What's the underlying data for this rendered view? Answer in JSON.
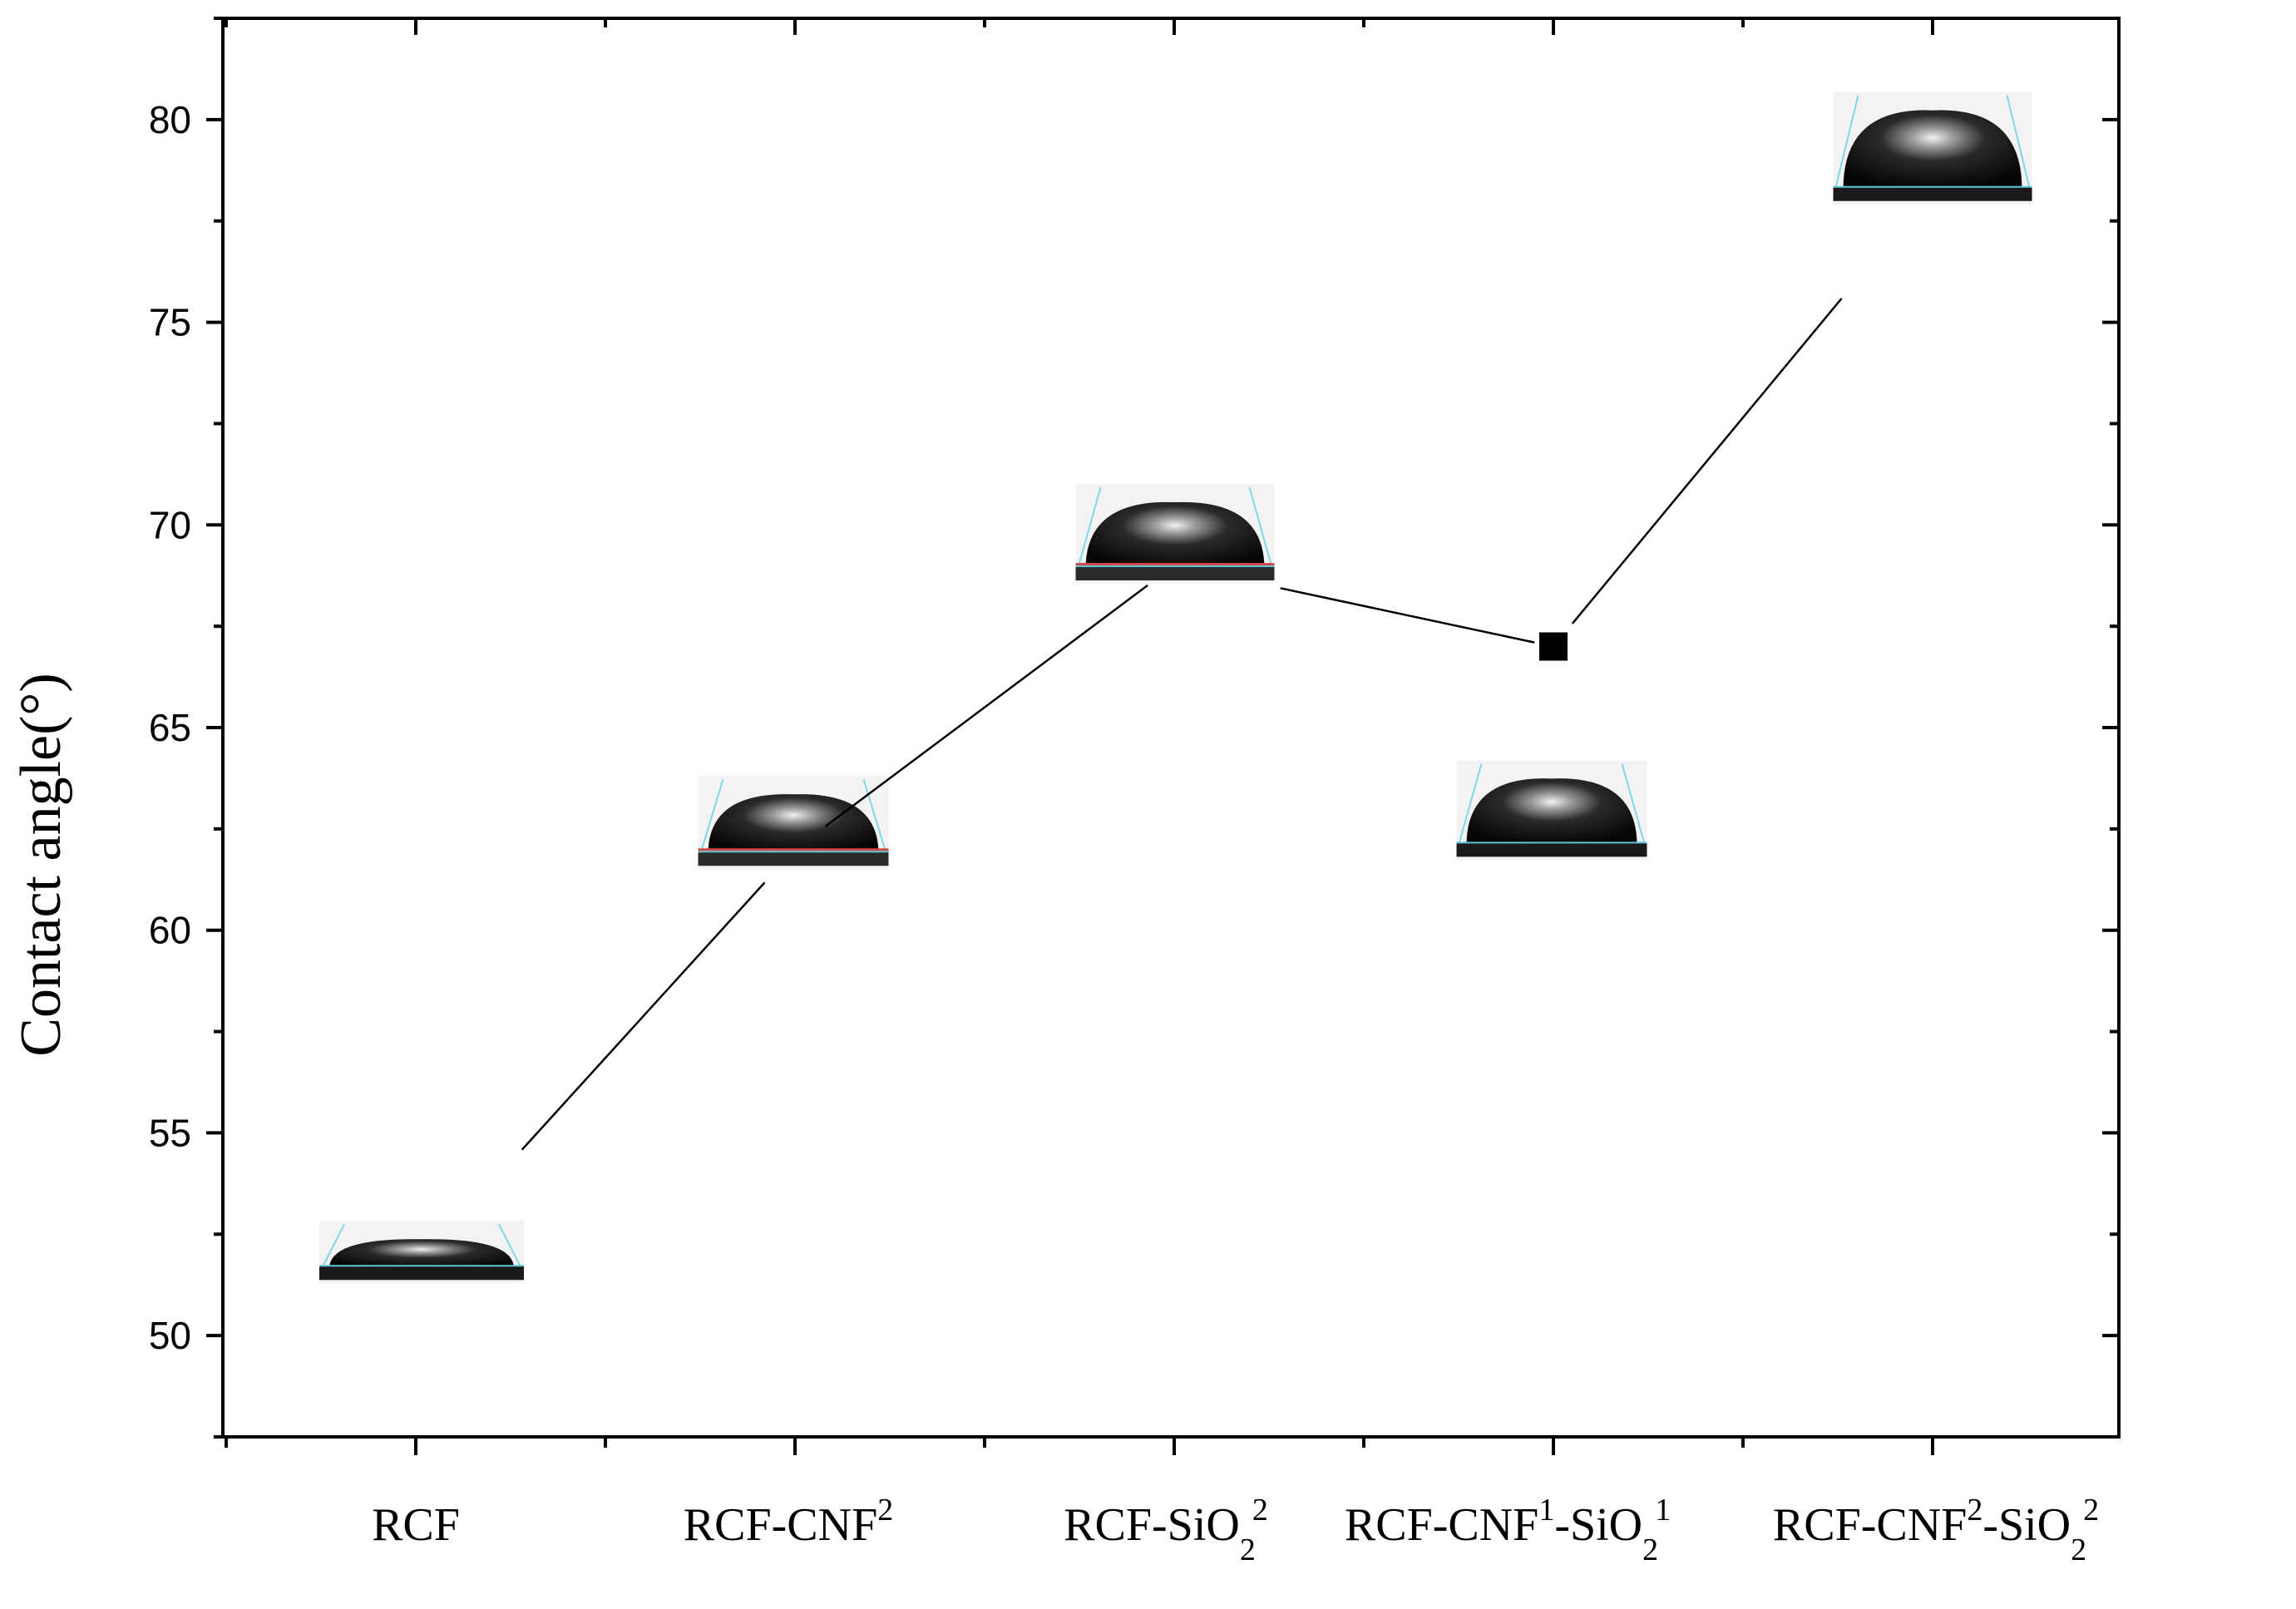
{
  "chart_data": {
    "type": "line",
    "ylabel": "Contact angle(°)",
    "xlabel": "",
    "ylim": [
      47.5,
      82.5
    ],
    "yticks": [
      50,
      55,
      60,
      65,
      70,
      75,
      80
    ],
    "categories": [
      {
        "main": "RCF",
        "parts": [
          {
            "t": "RCF"
          }
        ]
      },
      {
        "main": "RCF-CNF2",
        "parts": [
          {
            "t": "RCF-CNF"
          },
          {
            "t": "2",
            "sup": true
          }
        ]
      },
      {
        "main": "RCF-SiO22",
        "parts": [
          {
            "t": "RCF-SiO"
          },
          {
            "t": "2",
            "sub": true
          },
          {
            "t": "2",
            "sup": true
          }
        ]
      },
      {
        "main": "RCF-CNF1-SiO21",
        "parts": [
          {
            "t": "RCF-CNF"
          },
          {
            "t": "1",
            "sup": true
          },
          {
            "t": "-SiO"
          },
          {
            "t": "2",
            "sub": true
          },
          {
            "t": "1",
            "sup": true
          }
        ]
      },
      {
        "main": "RCF-CNF2-SiO22",
        "parts": [
          {
            "t": "RCF-CNF"
          },
          {
            "t": "2",
            "sup": true
          },
          {
            "t": "-SiO"
          },
          {
            "t": "2",
            "sub": true
          },
          {
            "t": "2",
            "sup": true
          }
        ]
      }
    ],
    "series": [
      {
        "values": [
          51.7,
          62.0,
          69.0,
          67.0,
          78.3
        ],
        "marker": "square",
        "color": "#000000"
      }
    ],
    "grid": false,
    "legend": "none",
    "annotations": "droplet contact-angle images beside each data point"
  }
}
